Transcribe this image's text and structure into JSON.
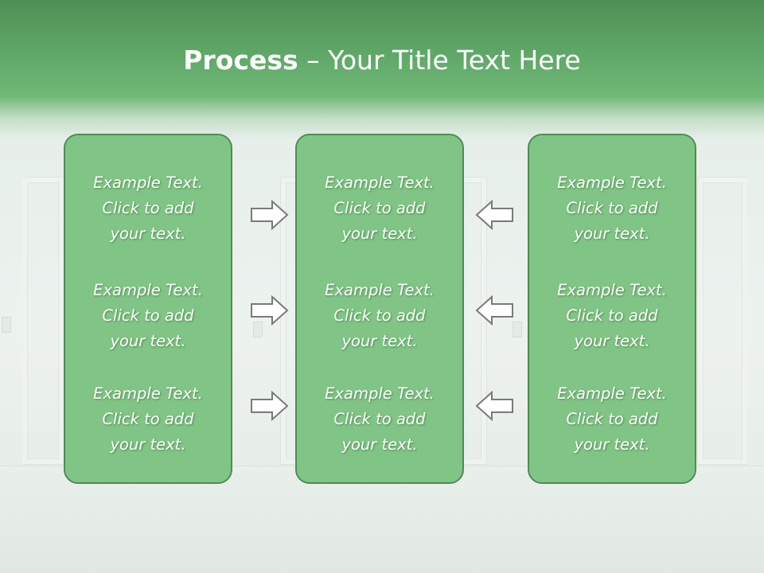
{
  "title": {
    "bold": "Process",
    "rest": " – Your Title Text Here"
  },
  "columns": [
    {
      "items": [
        {
          "line1": "Example Text.",
          "line2": "Click  to add",
          "line3": "your text."
        },
        {
          "line1": "Example Text.",
          "line2": "Click  to add",
          "line3": "your text."
        },
        {
          "line1": "Example Text.",
          "line2": "Click  to add",
          "line3": "your text."
        }
      ]
    },
    {
      "items": [
        {
          "line1": "Example Text.",
          "line2": "Click  to add",
          "line3": "your text."
        },
        {
          "line1": "Example Text.",
          "line2": "Click  to add",
          "line3": "your text."
        },
        {
          "line1": "Example Text.",
          "line2": "Click  to add",
          "line3": "your text."
        }
      ]
    },
    {
      "items": [
        {
          "line1": "Example Text.",
          "line2": "Click  to add",
          "line3": "your text."
        },
        {
          "line1": "Example Text.",
          "line2": "Click  to add",
          "line3": "your text."
        },
        {
          "line1": "Example Text.",
          "line2": "Click  to add",
          "line3": "your text."
        }
      ]
    }
  ],
  "arrows": {
    "left_side": "right-arrow-icon",
    "right_side": "left-arrow-icon"
  },
  "colors": {
    "box_fill": "#80c585",
    "box_border": "#4f8c55",
    "header_green": "#5da565",
    "arrow_stroke": "#7a7a7a"
  }
}
